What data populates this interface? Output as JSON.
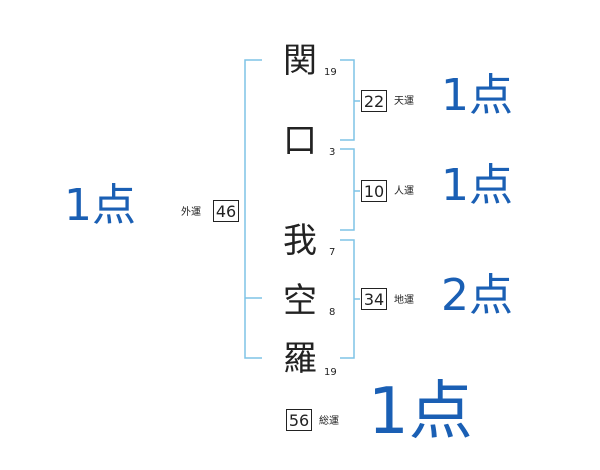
{
  "name": {
    "characters": [
      {
        "char": "関",
        "strokes": "19"
      },
      {
        "char": "口",
        "strokes": "3"
      },
      {
        "char": "我",
        "strokes": "7"
      },
      {
        "char": "空",
        "strokes": "8"
      },
      {
        "char": "羅",
        "strokes": "19"
      }
    ]
  },
  "fortunes": {
    "tenun": {
      "value": "22",
      "label": "天運",
      "score": "1点"
    },
    "jinun": {
      "value": "10",
      "label": "人運",
      "score": "1点"
    },
    "chiun": {
      "value": "34",
      "label": "地運",
      "score": "2点"
    },
    "gaiun": {
      "value": "46",
      "label": "外運",
      "score": "1点"
    },
    "souun": {
      "value": "56",
      "label": "総運",
      "score": "1点"
    }
  },
  "colors": {
    "bracket": "#7ec3e6",
    "score": "#1a5fb4",
    "text": "#222222"
  }
}
